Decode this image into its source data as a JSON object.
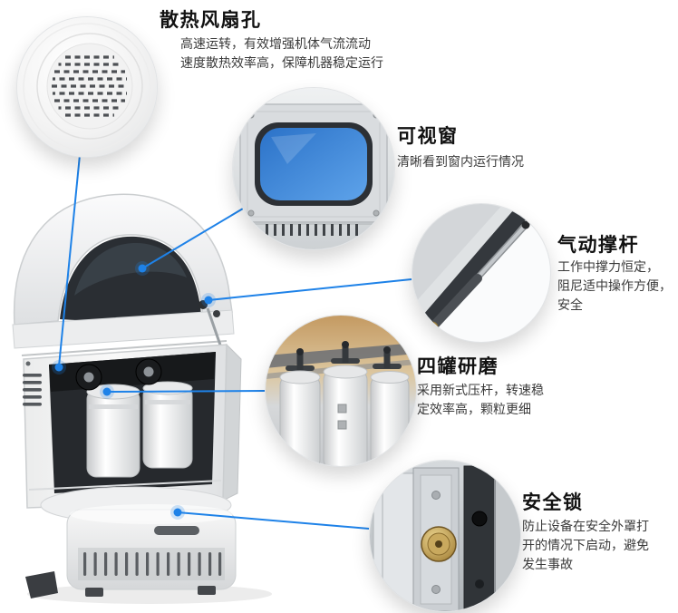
{
  "page": {
    "background": "#ffffff"
  },
  "colors": {
    "accent_blue": "#1e82e8",
    "window_glass_blue": "#3f8cdd",
    "brass_gold": "#bd9a55",
    "title_text": "#121212",
    "desc_text": "#3a3a3a"
  },
  "machine": {
    "illustration": "planetary-ball-mill-machine-photo"
  },
  "callouts": [
    {
      "id": "fan",
      "title": "散热风扇孔",
      "desc_lines": [
        "高速运转，有效增强机体气流流动",
        "速度散热效率高，保障机器稳定运行"
      ],
      "photo_label": "cooling-fan-grille-photo"
    },
    {
      "id": "window",
      "title": "可视窗",
      "desc_lines": [
        "清晰看到窗内运行情况"
      ],
      "photo_label": "blue-viewing-window-photo"
    },
    {
      "id": "strut",
      "title": "气动撑杆",
      "desc_lines": [
        "工作中撑力恒定，",
        "阻尼适中操作方便，",
        "安全"
      ],
      "photo_label": "pneumatic-strut-photo"
    },
    {
      "id": "jars",
      "title": "四罐研磨",
      "desc_lines": [
        "采用新式压杆，转速稳",
        "定效率高，颗粒更细"
      ],
      "photo_label": "four-grinding-jars-photo"
    },
    {
      "id": "lock",
      "title": "安全锁",
      "desc_lines": [
        "防止设备在安全外罩打",
        "开的情况下启动，避免",
        "发生事故"
      ],
      "photo_label": "safety-lock-photo"
    }
  ]
}
